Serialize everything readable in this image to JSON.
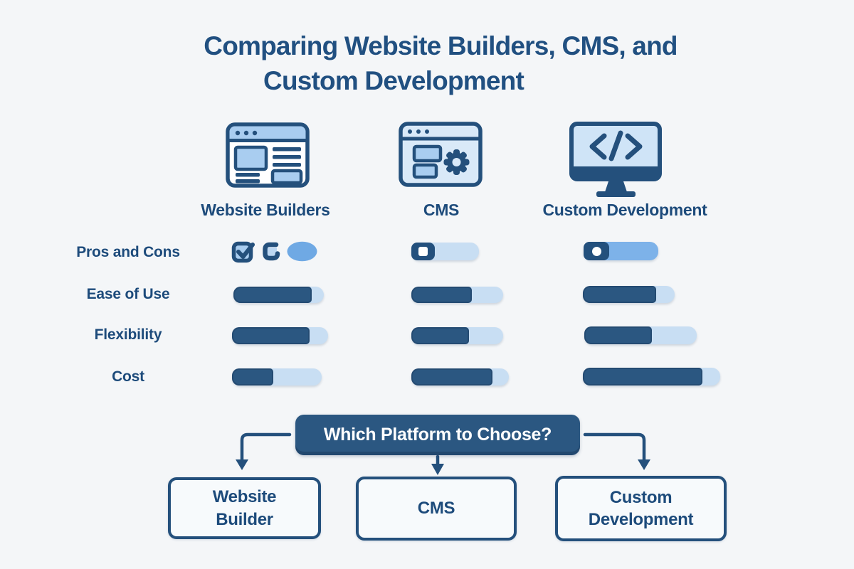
{
  "title": {
    "line1": "Comparing Website Builders, CMS, and",
    "line2": "Custom Development"
  },
  "columns": [
    {
      "label": "Website Builders",
      "icon": "browser-layout-icon"
    },
    {
      "label": "CMS",
      "icon": "browser-gear-icon"
    },
    {
      "label": "Custom Development",
      "icon": "monitor-code-icon"
    }
  ],
  "comparison": {
    "row_labels": [
      "Pros and Cons",
      "Ease of Use",
      "Flexibility",
      "Cost"
    ],
    "pros_and_cons": {
      "website_builders_icons": [
        "checked-checkbox-icon",
        "open-loop-icon",
        "ellipse-icon"
      ],
      "cms_indicator": "toggle-with-square-handle",
      "custom_development_indicator": "toggle-with-circle-handle"
    },
    "bars": {
      "ease_of_use": [
        87,
        66,
        80
      ],
      "flexibility": [
        81,
        63,
        60
      ],
      "cost": [
        46,
        83,
        87
      ]
    }
  },
  "flowchart": {
    "question": "Which Platform to Choose?",
    "options": [
      {
        "label": "Website Builder"
      },
      {
        "label": "CMS"
      },
      {
        "label": "Custom Development"
      }
    ]
  },
  "colors": {
    "background": "#f4f6f8",
    "navy_stroke": "#24507c",
    "text_navy": "#1d4b7b",
    "title_navy": "#215081",
    "bar_dark_fill": "#2b5781",
    "bar_light_track": "#c8def3",
    "medium_blue": "#7db2e9",
    "icon_light_fill": "#a9cdf0",
    "window_fill": "#d9e9f8",
    "ellipse_blue": "#6fa9e4",
    "white": "#ffffff"
  }
}
